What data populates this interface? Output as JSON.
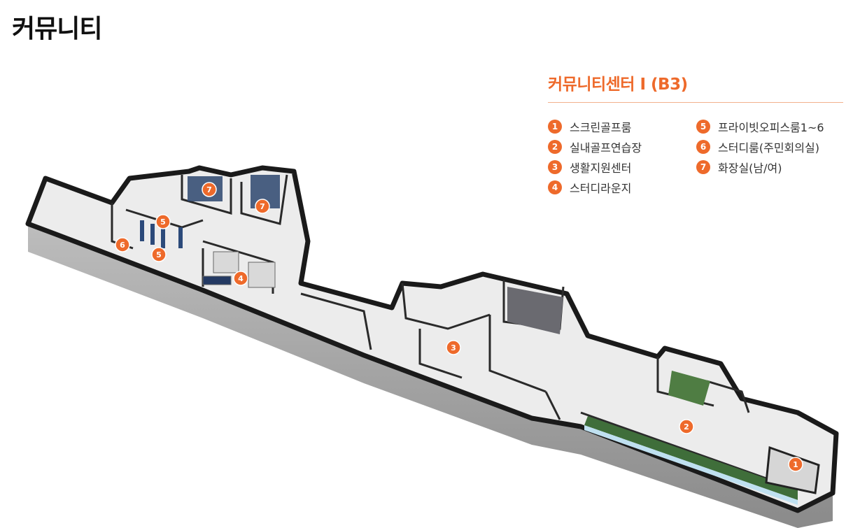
{
  "page": {
    "title": "커뮤니티"
  },
  "section": {
    "title": "커뮤니티센터 I (B3)"
  },
  "legend": {
    "col1": [
      {
        "num": "1",
        "label": "스크린골프룸"
      },
      {
        "num": "2",
        "label": "실내골프연습장"
      },
      {
        "num": "3",
        "label": "생활지원센터"
      },
      {
        "num": "4",
        "label": "스터디라운지"
      }
    ],
    "col2": [
      {
        "num": "5",
        "label": "프라이빗오피스룸1~6"
      },
      {
        "num": "6",
        "label": "스터디룸(주민회의실)"
      },
      {
        "num": "7",
        "label": "화장실(남/여)"
      }
    ]
  },
  "markers": [
    {
      "num": "7",
      "room": "restroom-1"
    },
    {
      "num": "7",
      "room": "restroom-2"
    },
    {
      "num": "5",
      "room": "private-office-a"
    },
    {
      "num": "6",
      "room": "study-room"
    },
    {
      "num": "5",
      "room": "private-office-b"
    },
    {
      "num": "4",
      "room": "study-lounge"
    },
    {
      "num": "3",
      "room": "life-support-center"
    },
    {
      "num": "2",
      "room": "indoor-golf-range"
    },
    {
      "num": "1",
      "room": "screen-golf-room"
    }
  ],
  "colors": {
    "accent": "#ee6a2b",
    "wall": "#1f1f1f",
    "floor": "#f1f1f1",
    "green": "#4f7d43"
  }
}
